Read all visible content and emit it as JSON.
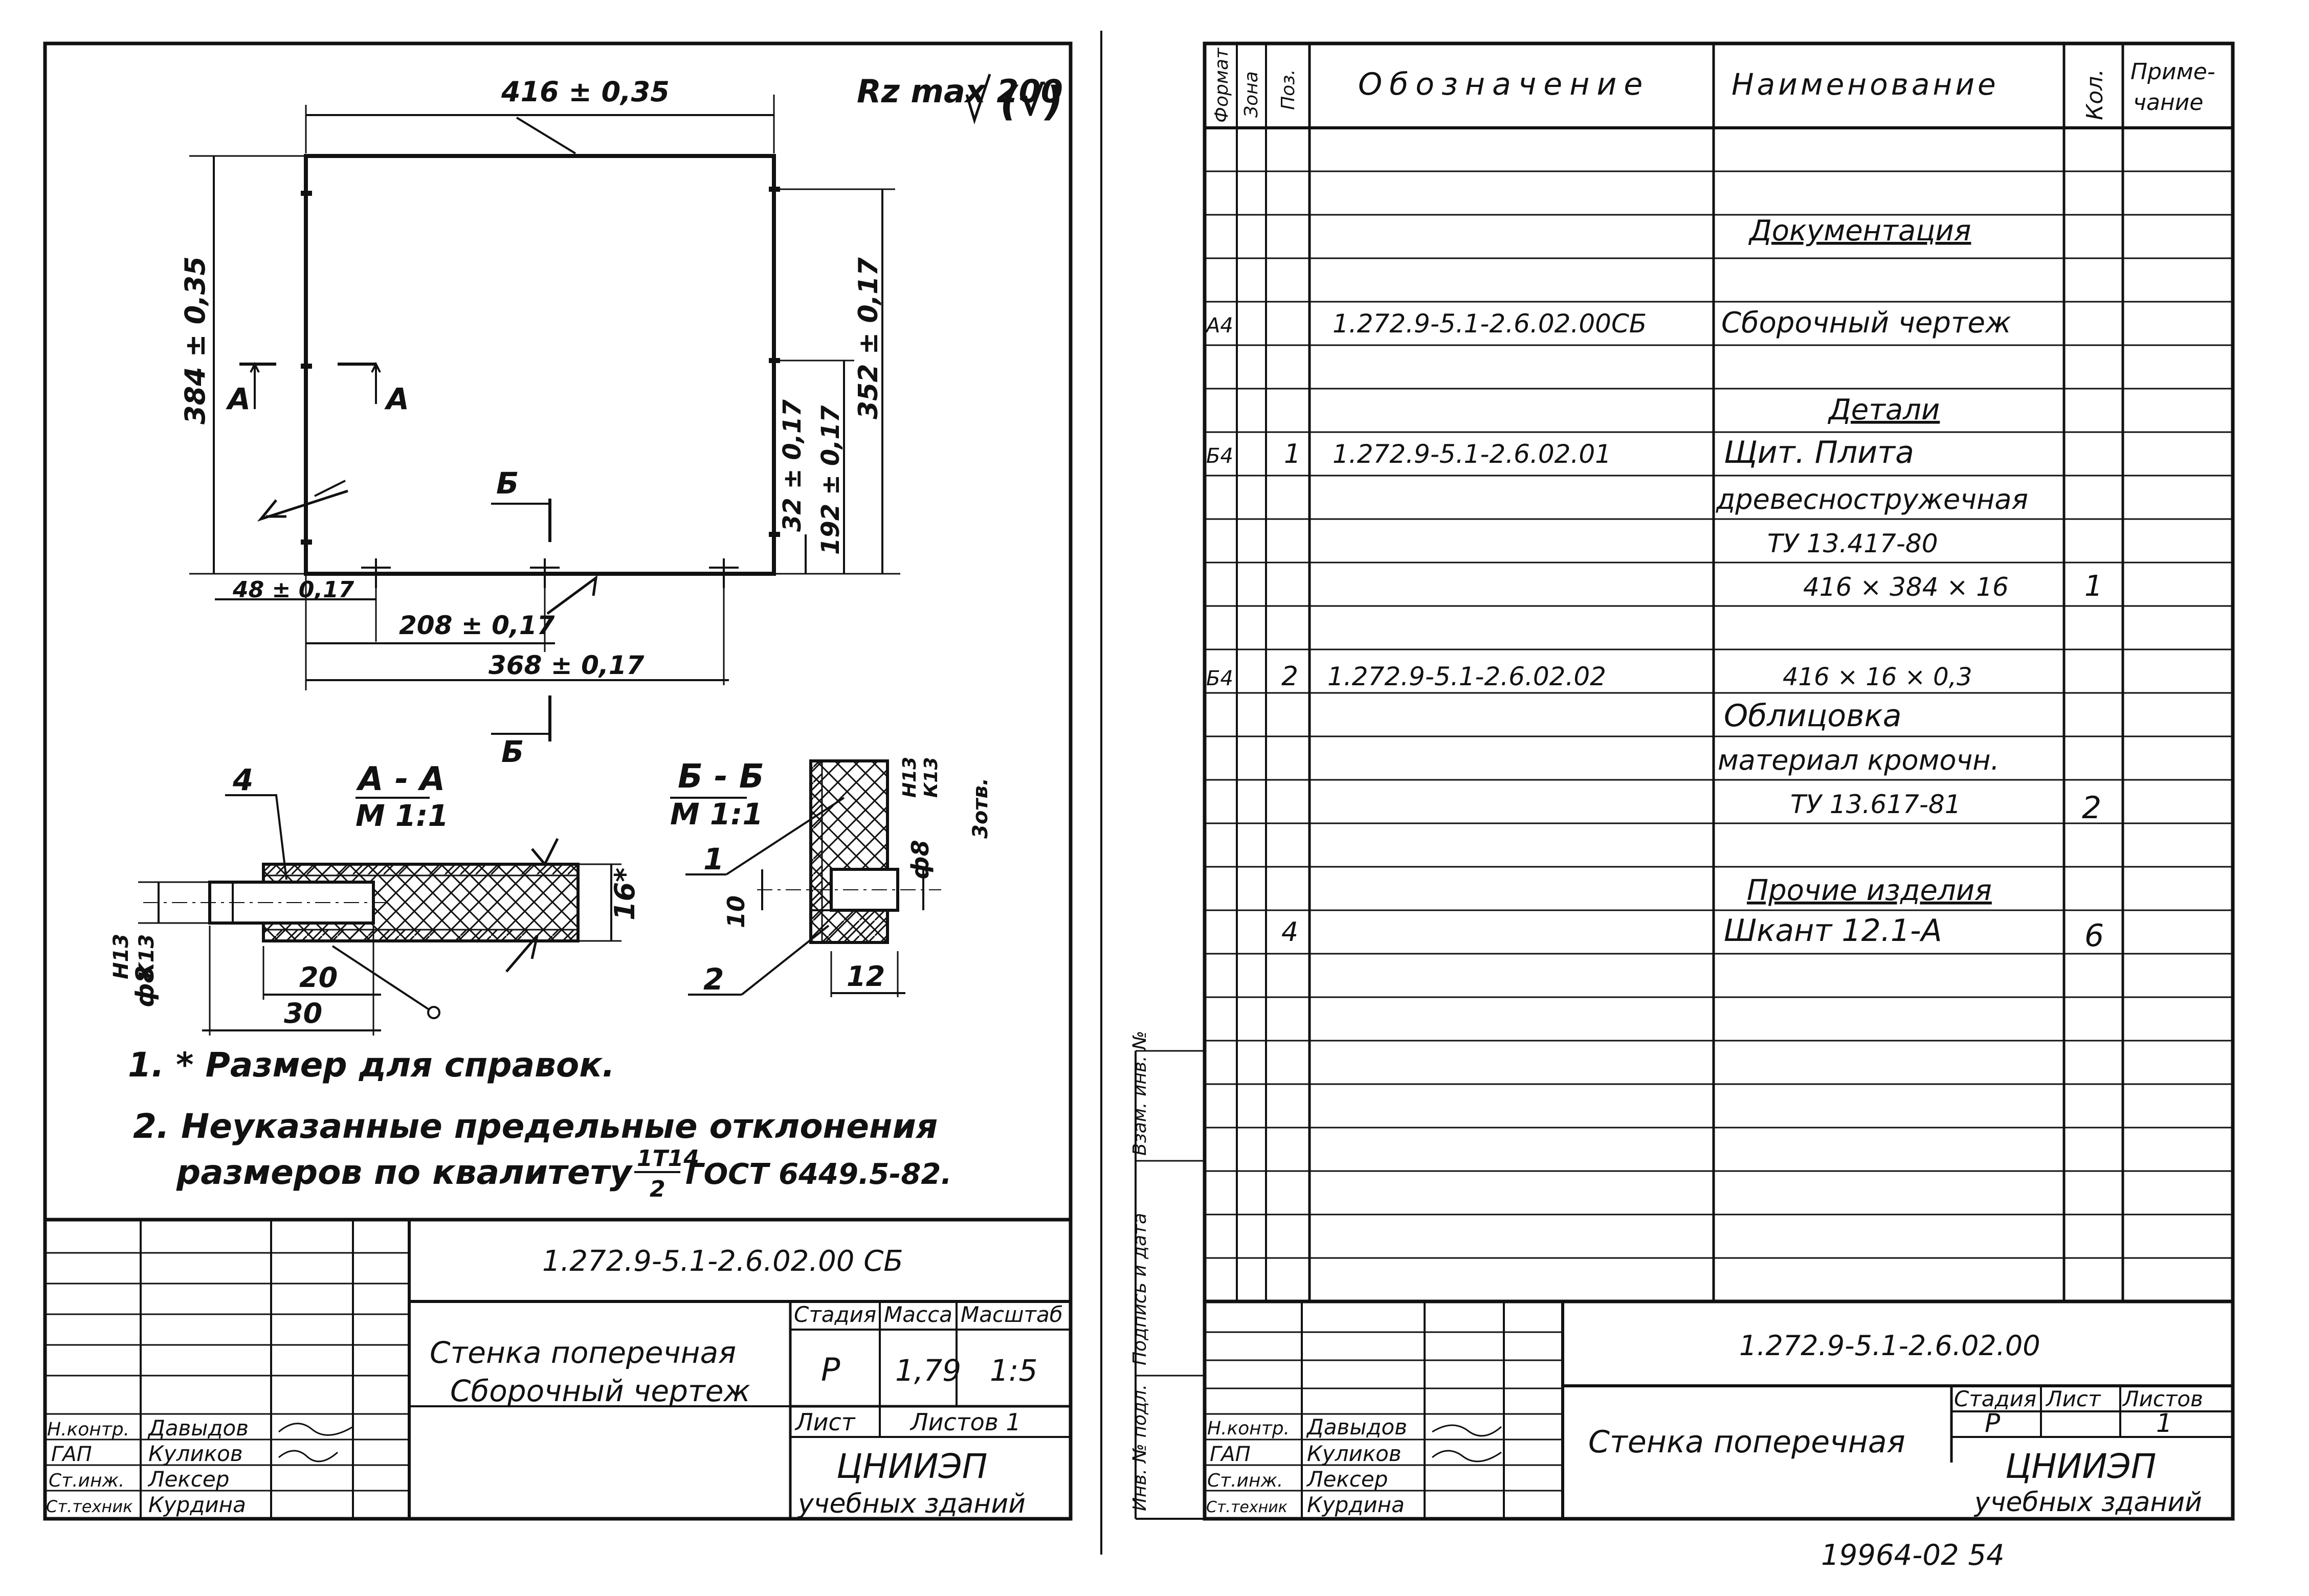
{
  "left_sheet": {
    "roughness": "Rz max 200",
    "roughness_general": "(√)",
    "dims": {
      "width": "416 ± 0,35",
      "height": "384 ± 0,35",
      "right_height": "352 ± 0,17",
      "hole_192": "192 ± 0,17",
      "hole_32": "32 ± 0,17",
      "hole_48": "48 ± 0,17",
      "hole_208": "208 ± 0,17",
      "hole_368": "368 ± 0,17"
    },
    "section_marks": {
      "a": "А",
      "b": "Б"
    },
    "section_aa": {
      "title": "А - А",
      "scale": "М 1:1",
      "pos4": "4",
      "d20": "20",
      "d30": "30",
      "d16": "16*",
      "hole": "ф8",
      "fit1": "Н13",
      "fit2": "К13"
    },
    "section_bb": {
      "title": "Б - Б",
      "scale": "М 1:1",
      "pos1": "1",
      "pos2": "2",
      "d10": "10",
      "d12": "12",
      "hole": "ф8",
      "fit1": "Н13",
      "fit2": "К13",
      "count": "3отв."
    },
    "notes": [
      "1. * Размер   для   справок.",
      "2. Неуказанные   предельные   отклонения",
      "размеров по квалитету",
      "1Т14",
      "2",
      "ГОСТ 6449.5-82."
    ],
    "title_block": {
      "code": "1.272.9-5.1-2.6.02.00  СБ",
      "name_1": "Стенка поперечная",
      "name_2": "Сборочный чертеж",
      "h_stage": "Стадия",
      "h_mass": "Масса",
      "h_scale": "Масштаб",
      "stage": "Р",
      "mass": "1,79",
      "scale": "1:5",
      "sheet": "Лист",
      "sheets": "Листов 1",
      "org_1": "ЦНИИЭП",
      "org_2": "учебных зданий",
      "roles": [
        "Н.контр.",
        "ГАП",
        "Ст.инж.",
        "Ст.техник"
      ],
      "names": [
        "Давыдов",
        "Куликов",
        "Лексер",
        "Курдина"
      ]
    }
  },
  "right_sheet": {
    "headers": {
      "format": "Формат",
      "zone": "Зона",
      "pos": "Поз.",
      "designation": "Обозначение",
      "name": "Наименование",
      "qty": "Кол.",
      "note": "Примечание"
    },
    "rows": [
      {
        "format": "",
        "pos": "",
        "designation": "",
        "name": "Документация",
        "qty": "",
        "header": true
      },
      {
        "format": "А4",
        "pos": "",
        "designation": "1.272.9-5.1-2.6.02.00СБ",
        "name": "Сборочный чертеж",
        "qty": ""
      },
      {
        "format": "",
        "pos": "",
        "designation": "",
        "name": "Детали",
        "qty": "",
        "header": true
      },
      {
        "format": "Б4",
        "pos": "1",
        "designation": "1.272.9-5.1-2.6.02.01",
        "name": "Щит. Плита",
        "qty": ""
      },
      {
        "format": "",
        "pos": "",
        "designation": "",
        "name": "древесностружечная",
        "qty": ""
      },
      {
        "format": "",
        "pos": "",
        "designation": "",
        "name": "ТУ 13.417-80",
        "qty": ""
      },
      {
        "format": "",
        "pos": "",
        "designation": "",
        "name": "416 × 384 × 16",
        "qty": "1"
      },
      {
        "format": "Б4",
        "pos": "2",
        "designation": "1.272.9-5.1-2.6.02.02",
        "name": "416 × 16 × 0,3",
        "qty": ""
      },
      {
        "format": "",
        "pos": "",
        "designation": "",
        "name": "Облицовка",
        "qty": ""
      },
      {
        "format": "",
        "pos": "",
        "designation": "",
        "name": "материал кромочн.",
        "qty": ""
      },
      {
        "format": "",
        "pos": "",
        "designation": "",
        "name": "ТУ 13.617-81",
        "qty": "2"
      },
      {
        "format": "",
        "pos": "",
        "designation": "",
        "name": "Прочие изделия",
        "qty": "",
        "header": true
      },
      {
        "format": "",
        "pos": "4",
        "designation": "",
        "name": "Шкант 12.1-А",
        "qty": "6"
      }
    ],
    "side_labels": [
      "Взам. инв. №",
      "Подпись и дата",
      "Инв. № подл."
    ],
    "title_block": {
      "code": "1.272.9-5.1-2.6.02.00",
      "name": "Стенка поперечная",
      "h_stage": "Стадия",
      "h_sheet": "Лист",
      "h_sheets": "Листов",
      "stage": "Р",
      "sheets": "1",
      "org_1": "ЦНИИЭП",
      "org_2": "учебных зданий",
      "roles": [
        "Н.контр.",
        "ГАП",
        "Ст.инж.",
        "Ст.техник"
      ],
      "names": [
        "Давыдов",
        "Куликов",
        "Лексер",
        "Курдина"
      ]
    },
    "stamp": "19964-02   54"
  }
}
